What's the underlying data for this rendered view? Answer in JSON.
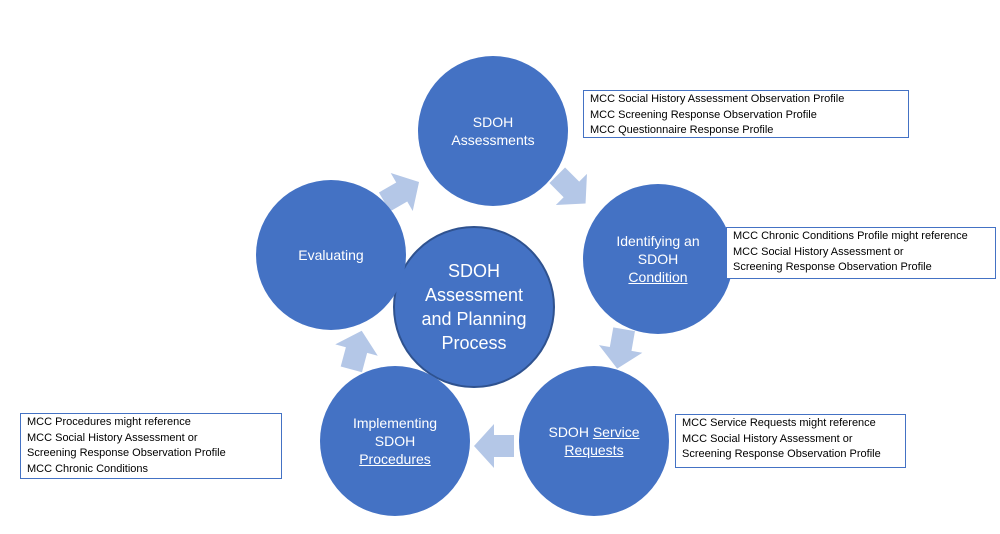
{
  "colors": {
    "node": "#4472c4",
    "node_border": "#2f528f",
    "arrow": "#b4c7e7",
    "box_border": "#4472c4"
  },
  "center": {
    "lines": [
      "SDOH",
      "Assessment",
      "and Planning",
      "Process"
    ]
  },
  "nodes": {
    "assessments": {
      "line1": "SDOH",
      "line2": "Assessments"
    },
    "condition": {
      "line1": "Identifying an",
      "line2": "SDOH",
      "line3": "Condition"
    },
    "service": {
      "line1": "SDOH",
      "line1_link": "Service",
      "line2": "Requests"
    },
    "procedures": {
      "line1": "Implementing",
      "line2": "SDOH",
      "line3": "Procedures"
    },
    "evaluating": {
      "line1": "Evaluating"
    }
  },
  "notes": {
    "assessments": [
      "MCC Social History Assessment Observation Profile",
      "MCC Screening Response Observation Profile",
      "MCC Questionnaire Response Profile"
    ],
    "condition": [
      "MCC Chronic Conditions Profile might reference",
      "MCC Social History Assessment or",
      "Screening Response Observation Profile"
    ],
    "service": [
      "MCC Service Requests might reference",
      "MCC Social History Assessment or",
      "Screening Response Observation Profile"
    ],
    "procedures": [
      "MCC Procedures might reference",
      "MCC Social History Assessment or",
      "Screening Response Observation Profile",
      "MCC Chronic Conditions"
    ]
  }
}
